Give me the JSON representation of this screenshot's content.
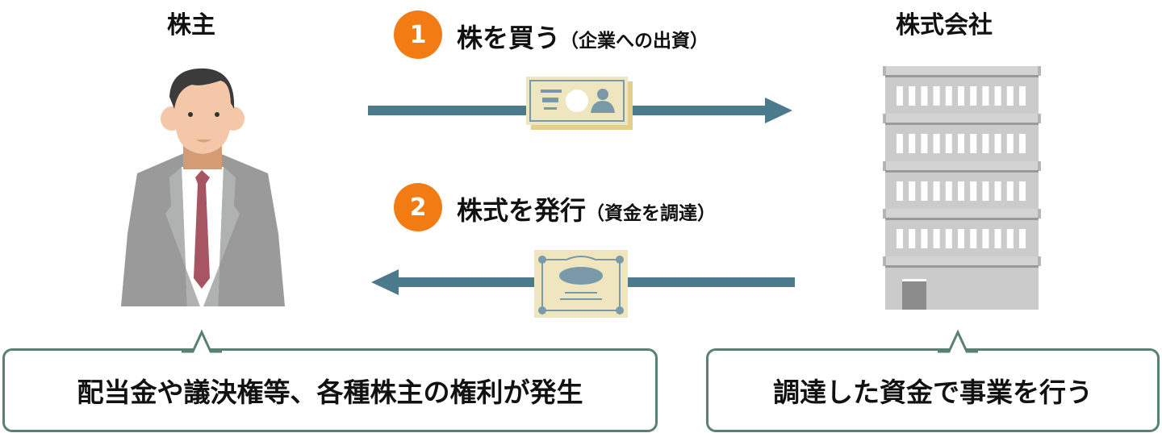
{
  "shareholder": {
    "title": "株主",
    "benefit": "配当金や議決権等、各種株主の権利が発生"
  },
  "company": {
    "title": "株式会社",
    "usage": "調達した資金で事業を行う"
  },
  "steps": [
    {
      "number": "1",
      "label": "株を買う",
      "sub": "（企業への出資）",
      "direction": "shareholder-to-company"
    },
    {
      "number": "2",
      "label": "株式を発行",
      "sub": "（資金を調達）",
      "direction": "company-to-shareholder"
    }
  ],
  "colors": {
    "accent": "#f27c13",
    "arrow": "#4b7a8d",
    "callout_border": "#5a8075",
    "paper": "#efe6bf"
  }
}
